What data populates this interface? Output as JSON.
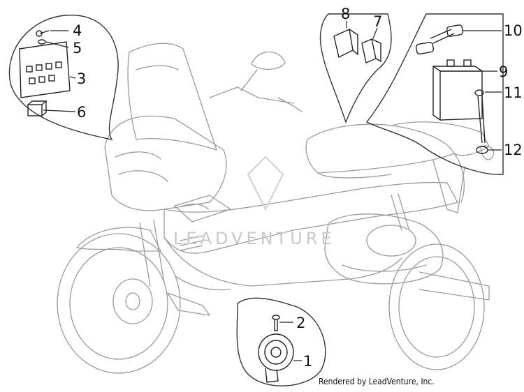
{
  "diagram": {
    "callouts": [
      "1",
      "2",
      "3",
      "4",
      "5",
      "6",
      "7",
      "8",
      "9",
      "10",
      "11",
      "12"
    ],
    "watermark": "LEADVENTURE",
    "credit": "Rendered by LeadVenture, Inc."
  },
  "colors": {
    "scooter_line": "#9a9a9a",
    "part_line": "#222222",
    "watermark": "#c8c8c8"
  }
}
